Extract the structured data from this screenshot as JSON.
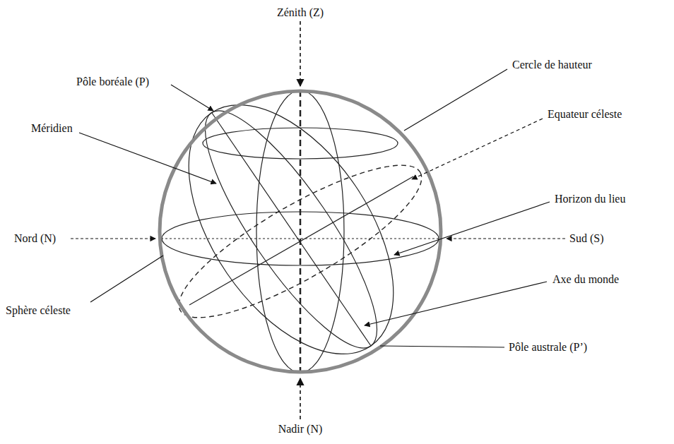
{
  "diagram": {
    "labels": [
      "Zénith (Z)",
      "Pôle boréale (P)",
      "Cercle de hauteur",
      "Equateur céleste",
      "Méridien",
      "Horizon du lieu",
      "Nord (N)",
      "Sud (S)",
      "Axe du monde",
      "Sphère céleste",
      "Pôle australe (P’)",
      "Nadir (N)"
    ]
  }
}
